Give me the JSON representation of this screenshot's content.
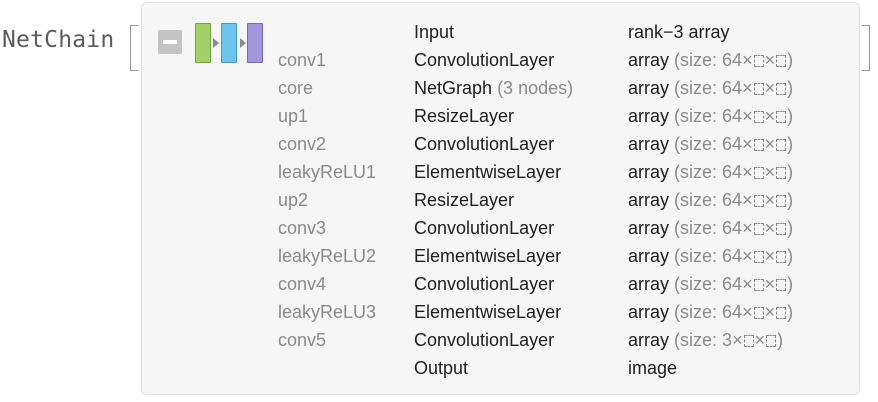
{
  "head": "NetChain",
  "io": {
    "input_label": "Input",
    "input_value": "rank−3 array",
    "output_label": "Output",
    "output_value": "image"
  },
  "layers": [
    {
      "name": "conv1",
      "type": "ConvolutionLayer",
      "type_extra": "",
      "value": "array",
      "size_prefix": "(size: ",
      "size_first": "64",
      "size_suffix": ")"
    },
    {
      "name": "core",
      "type": "NetGraph",
      "type_extra": "(3 nodes)",
      "value": "array",
      "size_prefix": "(size: ",
      "size_first": "64",
      "size_suffix": ")"
    },
    {
      "name": "up1",
      "type": "ResizeLayer",
      "type_extra": "",
      "value": "array",
      "size_prefix": "(size: ",
      "size_first": "64",
      "size_suffix": ")"
    },
    {
      "name": "conv2",
      "type": "ConvolutionLayer",
      "type_extra": "",
      "value": "array",
      "size_prefix": "(size: ",
      "size_first": "64",
      "size_suffix": ")"
    },
    {
      "name": "leakyReLU1",
      "type": "ElementwiseLayer",
      "type_extra": "",
      "value": "array",
      "size_prefix": "(size: ",
      "size_first": "64",
      "size_suffix": ")"
    },
    {
      "name": "up2",
      "type": "ResizeLayer",
      "type_extra": "",
      "value": "array",
      "size_prefix": "(size: ",
      "size_first": "64",
      "size_suffix": ")"
    },
    {
      "name": "conv3",
      "type": "ConvolutionLayer",
      "type_extra": "",
      "value": "array",
      "size_prefix": "(size: ",
      "size_first": "64",
      "size_suffix": ")"
    },
    {
      "name": "leakyReLU2",
      "type": "ElementwiseLayer",
      "type_extra": "",
      "value": "array",
      "size_prefix": "(size: ",
      "size_first": "64",
      "size_suffix": ")"
    },
    {
      "name": "conv4",
      "type": "ConvolutionLayer",
      "type_extra": "",
      "value": "array",
      "size_prefix": "(size: ",
      "size_first": "64",
      "size_suffix": ")"
    },
    {
      "name": "leakyReLU3",
      "type": "ElementwiseLayer",
      "type_extra": "",
      "value": "array",
      "size_prefix": "(size: ",
      "size_first": "64",
      "size_suffix": ")"
    },
    {
      "name": "conv5",
      "type": "ConvolutionLayer",
      "type_extra": "",
      "value": "array",
      "size_prefix": "(size: ",
      "size_first": "3",
      "size_suffix": ")"
    }
  ],
  "icons": {
    "collapse": "collapse-minus-icon",
    "layer_colors": [
      "#a2d16c",
      "#6fc4eb",
      "#a397dc"
    ]
  }
}
